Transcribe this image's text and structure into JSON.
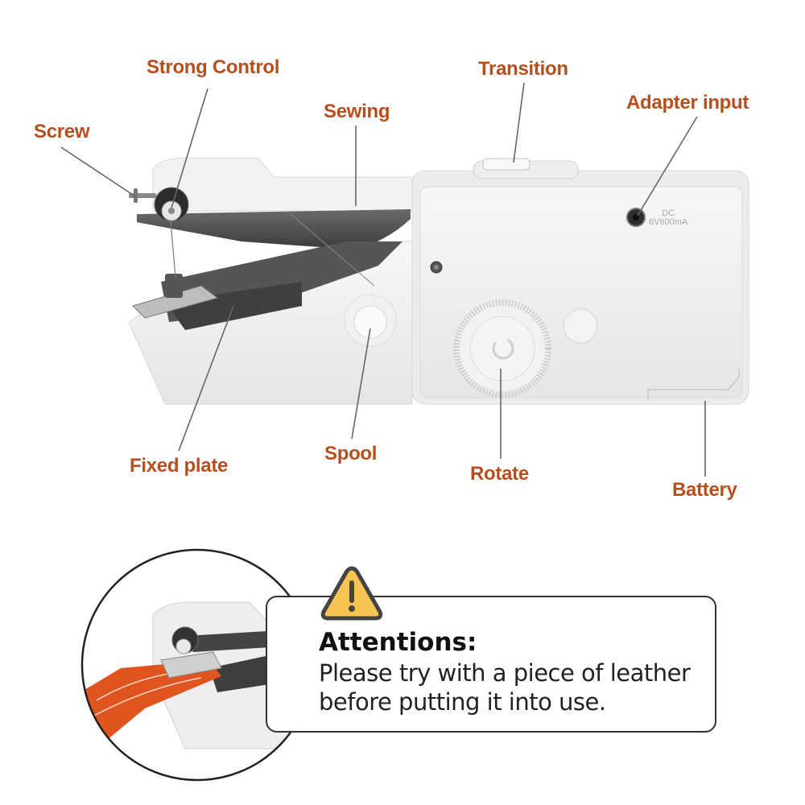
{
  "labels": {
    "screw": "Screw",
    "strong_control": "Strong Control",
    "sewing": "Sewing",
    "transition": "Transition",
    "adapter_input": "Adapter input",
    "fixed_plate": "Fixed plate",
    "spool": "Spool",
    "rotate": "Rotate",
    "battery": "Battery"
  },
  "machine": {
    "dc_label_line1": "DC",
    "dc_label_line2": "6V600mA"
  },
  "attention": {
    "icon": "warning-triangle-icon",
    "title": "Attentions:",
    "line1": "Please try with a piece of leather",
    "line2": "before putting it into use."
  },
  "colors": {
    "label": "#b5501e",
    "leader_line": "#555555",
    "machine_body": "#eeeeee",
    "machine_metal": "#4a4a4a",
    "warning_fill": "#f6c453",
    "fabric": "#e0541f"
  }
}
